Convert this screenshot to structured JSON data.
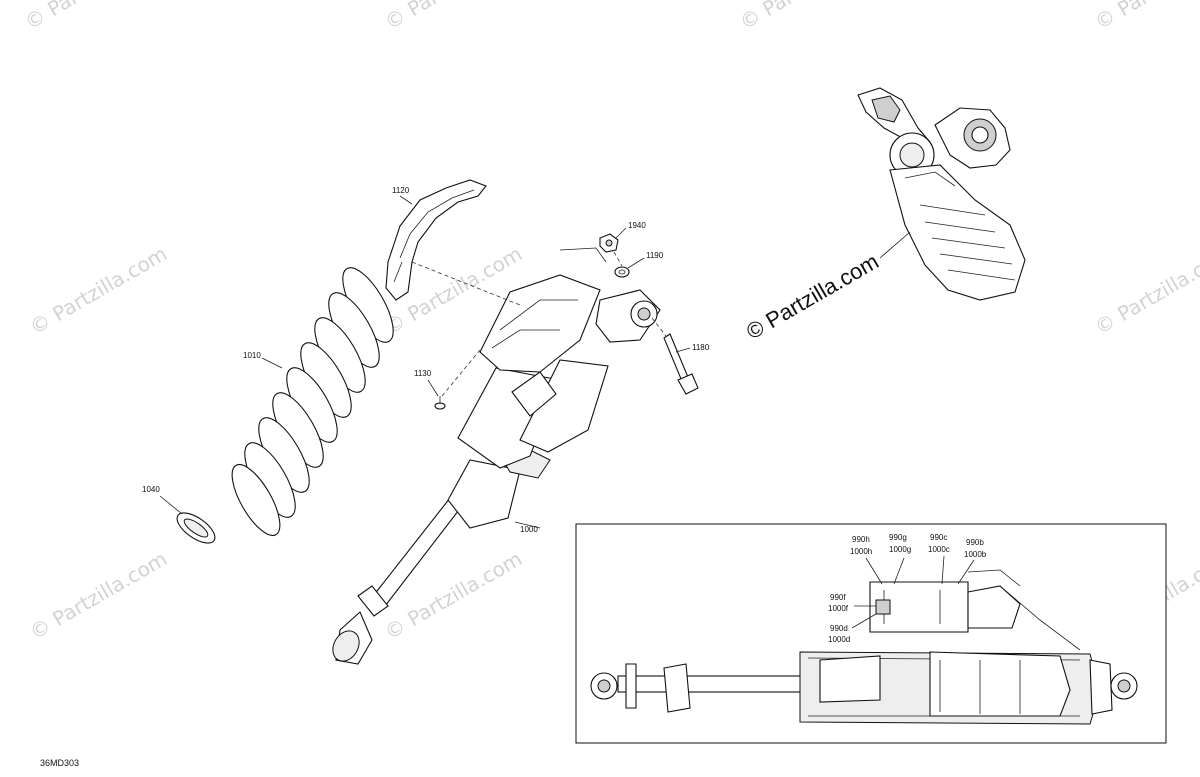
{
  "diagram_code": "36MD303",
  "watermark_text": "© Partzilla.com",
  "watermark_label": "© Partzilla.com",
  "callouts": {
    "p1120": "1120",
    "p1940": "1940",
    "p1190": "1190",
    "p1010": "1010",
    "p1130": "1130",
    "p1180": "1180",
    "p1040": "1040",
    "p1000": "1000"
  },
  "inset_callouts": {
    "c990h": "990h",
    "c1000h": "1000h",
    "c990g": "990g",
    "c1000g": "1000g",
    "c990c": "990c",
    "c1000c": "1000c",
    "c990b": "990b",
    "c1000b": "1000b",
    "c990f": "990f",
    "c1000f": "1000f",
    "c990d": "990d",
    "c1000d": "1000d"
  },
  "colors": {
    "line": "#111111",
    "watermark": "#d3d3d3",
    "shade": "#eeeeee"
  }
}
